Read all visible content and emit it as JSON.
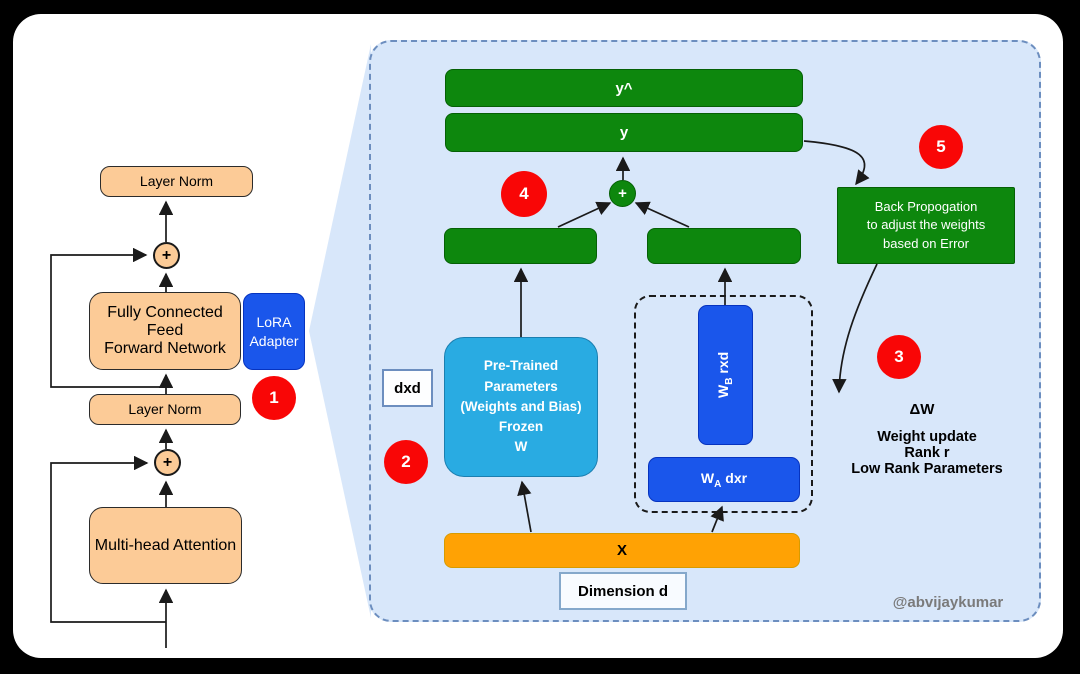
{
  "left_diagram": {
    "layer_norm_top": "Layer Norm",
    "plus": "+",
    "ffn_lines": [
      "Fully Connected Feed",
      "Forward Network"
    ],
    "lora_lines": [
      "LoRA",
      "Adapter"
    ],
    "layer_norm_mid": "Layer Norm",
    "mha": "Multi-head Attention"
  },
  "panel": {
    "y_hat": "y^",
    "y": "y",
    "plus": "+",
    "backprop_lines": [
      "Back Propogation",
      "to adjust the weights",
      "based on Error"
    ],
    "pretrained_lines": [
      "Pre-Trained",
      "Parameters",
      "(Weights and Bias)",
      "Frozen",
      "W"
    ],
    "dxd": "dxd",
    "wb": {
      "prefix": "W",
      "sub": "B",
      "suffix": " rxd"
    },
    "wa": {
      "prefix": "W",
      "sub": "A",
      "suffix": " dxr"
    },
    "x_bar": "X",
    "dimension": "Dimension d",
    "delta_w": "ΔW",
    "weight_update_lines": [
      "Weight update",
      "Rank r",
      "Low Rank Parameters"
    ],
    "watermark": "@abvijaykumar"
  },
  "badges": {
    "b1": "1",
    "b2": "2",
    "b3": "3",
    "b4": "4",
    "b5": "5"
  },
  "colors": {
    "frame": "#000000",
    "page": "#ffffff",
    "peach": "#fccb97",
    "blue": "#1a56eb",
    "cyan": "#29abe2",
    "green": "#0d870d",
    "red": "#f90606",
    "orange": "#ffa204",
    "panel_fill": "#d8e7fa",
    "panel_border": "#6c8ebf"
  }
}
